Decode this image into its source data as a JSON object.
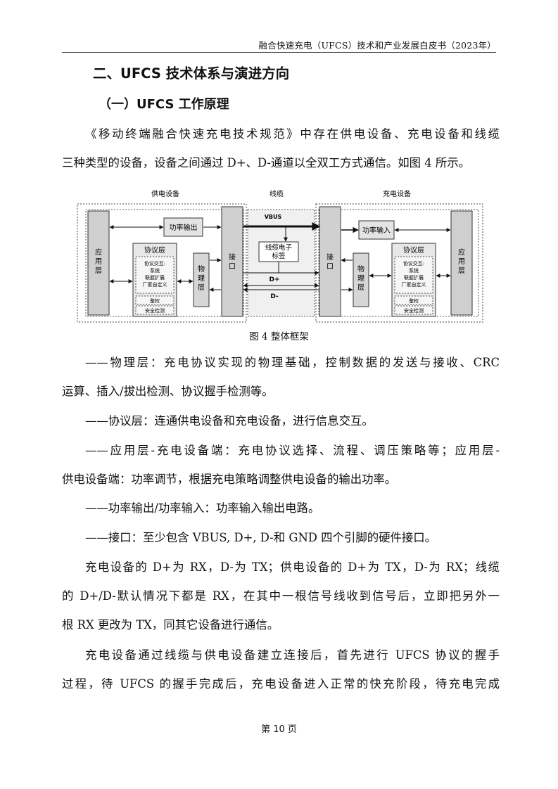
{
  "header": {
    "running_title": "融合快速充电（UFCS）技术和产业发展白皮书（2023年）"
  },
  "section": {
    "title": "二、UFCS 技术体系与演进方向",
    "subtitle": "（一）UFCS 工作原理"
  },
  "paragraphs": {
    "intro_line1": "《移动终端融合快速充电技术规范》中存在供电设备、充电设备和线缆",
    "intro_line2": "三种类型的设备，设备之间通过 D+、D-通道以全双工方式通信。如图 4 所示。",
    "phys_line1": "——物理层：充电协议实现的物理基础，控制数据的发送与接收、CRC",
    "phys_line2": "运算、插入/拔出检测、协议握手检测等。",
    "proto": "——协议层：连通供电设备和充电设备，进行信息交互。",
    "app_line1": "——应用层-充电设备端：充电协议选择、流程、调压策略等；应用层-",
    "app_line2": "供电设备端：功率调节，根据充电策略调整供电设备的输出功率。",
    "power": "——功率输出/功率输入：功率输入输出电路。",
    "iface": "——接口：至少包含 VBUS, D+, D-和 GND 四个引脚的硬件接口。",
    "rx_line1": "充电设备的 D+为 RX，D-为 TX；供电设备的 D+为 TX，D-为 RX；线缆",
    "rx_line2": "的 D+/D-默认情况下都是 RX，在其中一根信号线收到信号后，立即把另外一",
    "rx_line3": "根 RX 更改为 TX，同其它设备进行通信。",
    "hs_line1": "充电设备通过线缆与供电设备建立连接后，首先进行 UFCS 协议的握手",
    "hs_line2": "过程，待 UFCS 的握手完成后，充电设备进入正常的快充阶段，待充电完成"
  },
  "figure": {
    "caption": "图 4  整体框架",
    "labels": {
      "supply_device": "供电设备",
      "cable": "线缆",
      "charge_device": "充电设备",
      "app_layer": "应用层",
      "power_output": "功率输出",
      "power_input": "功率输入",
      "protocol_layer": "协议层",
      "protocol_detail_1": "协议交互:",
      "protocol_detail_2": "系统",
      "protocol_detail_3": "联握扩展",
      "protocol_detail_4": "厂家自定义",
      "auth": "鉴权",
      "security": "安全检测",
      "physical_layer": "物理层",
      "interface": "接口",
      "vbus": "VBUS",
      "emarker_1": "线缆电子",
      "emarker_2": "标签",
      "dplus": "D+",
      "dminus": "D-"
    }
  },
  "footer": {
    "page_label": "第 10 页"
  }
}
